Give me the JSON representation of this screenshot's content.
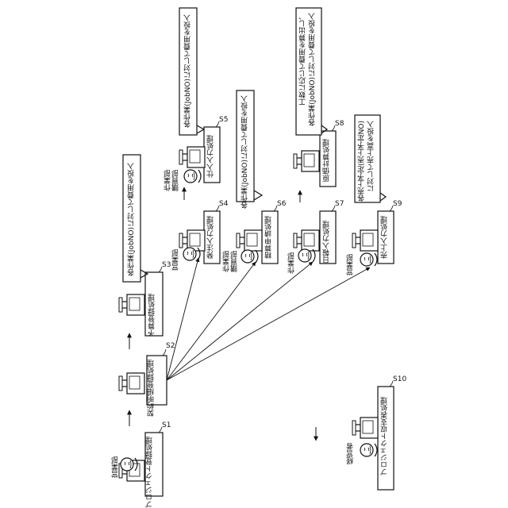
{
  "steps": {
    "s1": {
      "tag": "S1",
      "label": "プロジェクト登録処理"
    },
    "s2": {
      "tag": "S2",
      "label": "契約明細登録処理"
    },
    "s3": {
      "tag": "S3",
      "label": "予算登録処理"
    },
    "s4": {
      "tag": "S4",
      "label": "発注入力処理"
    },
    "s5": {
      "tag": "S5",
      "label": "仕入入力処理"
    },
    "s6": {
      "tag": "S6",
      "label": "精算申請処理"
    },
    "s7": {
      "tag": "S7",
      "label": "日報入力処理"
    },
    "s8": {
      "tag": "S8",
      "label": "原価計算処理"
    },
    "s9": {
      "tag": "S9",
      "label": "売上入力処理"
    },
    "s10": {
      "tag": "S10",
      "label": "プロジェクト収支表処理"
    }
  },
  "actors": {
    "s1": "営業部",
    "s4": "営業部",
    "s5": [
      "作業部",
      "購買部"
    ],
    "s6": [
      "作業部",
      "購買部"
    ],
    "s7": "作業部",
    "s9": "営業部",
    "s10": "経営者"
  },
  "callouts": {
    "s3": [
      "各作業(JobNO)に対して費用を投入"
    ],
    "s5": [
      "各作業(JobNO)に対して費用を投入"
    ],
    "s6": [
      "各作業(JobNO)に対して費用を投入"
    ],
    "s8": [
      "工数に応じて費用を算出し、",
      "各作業(JobNO)に対して費用を投入"
    ],
    "s9": [
      "各売上予定(売上予定NO)",
      "に対して売上高を投入"
    ]
  }
}
